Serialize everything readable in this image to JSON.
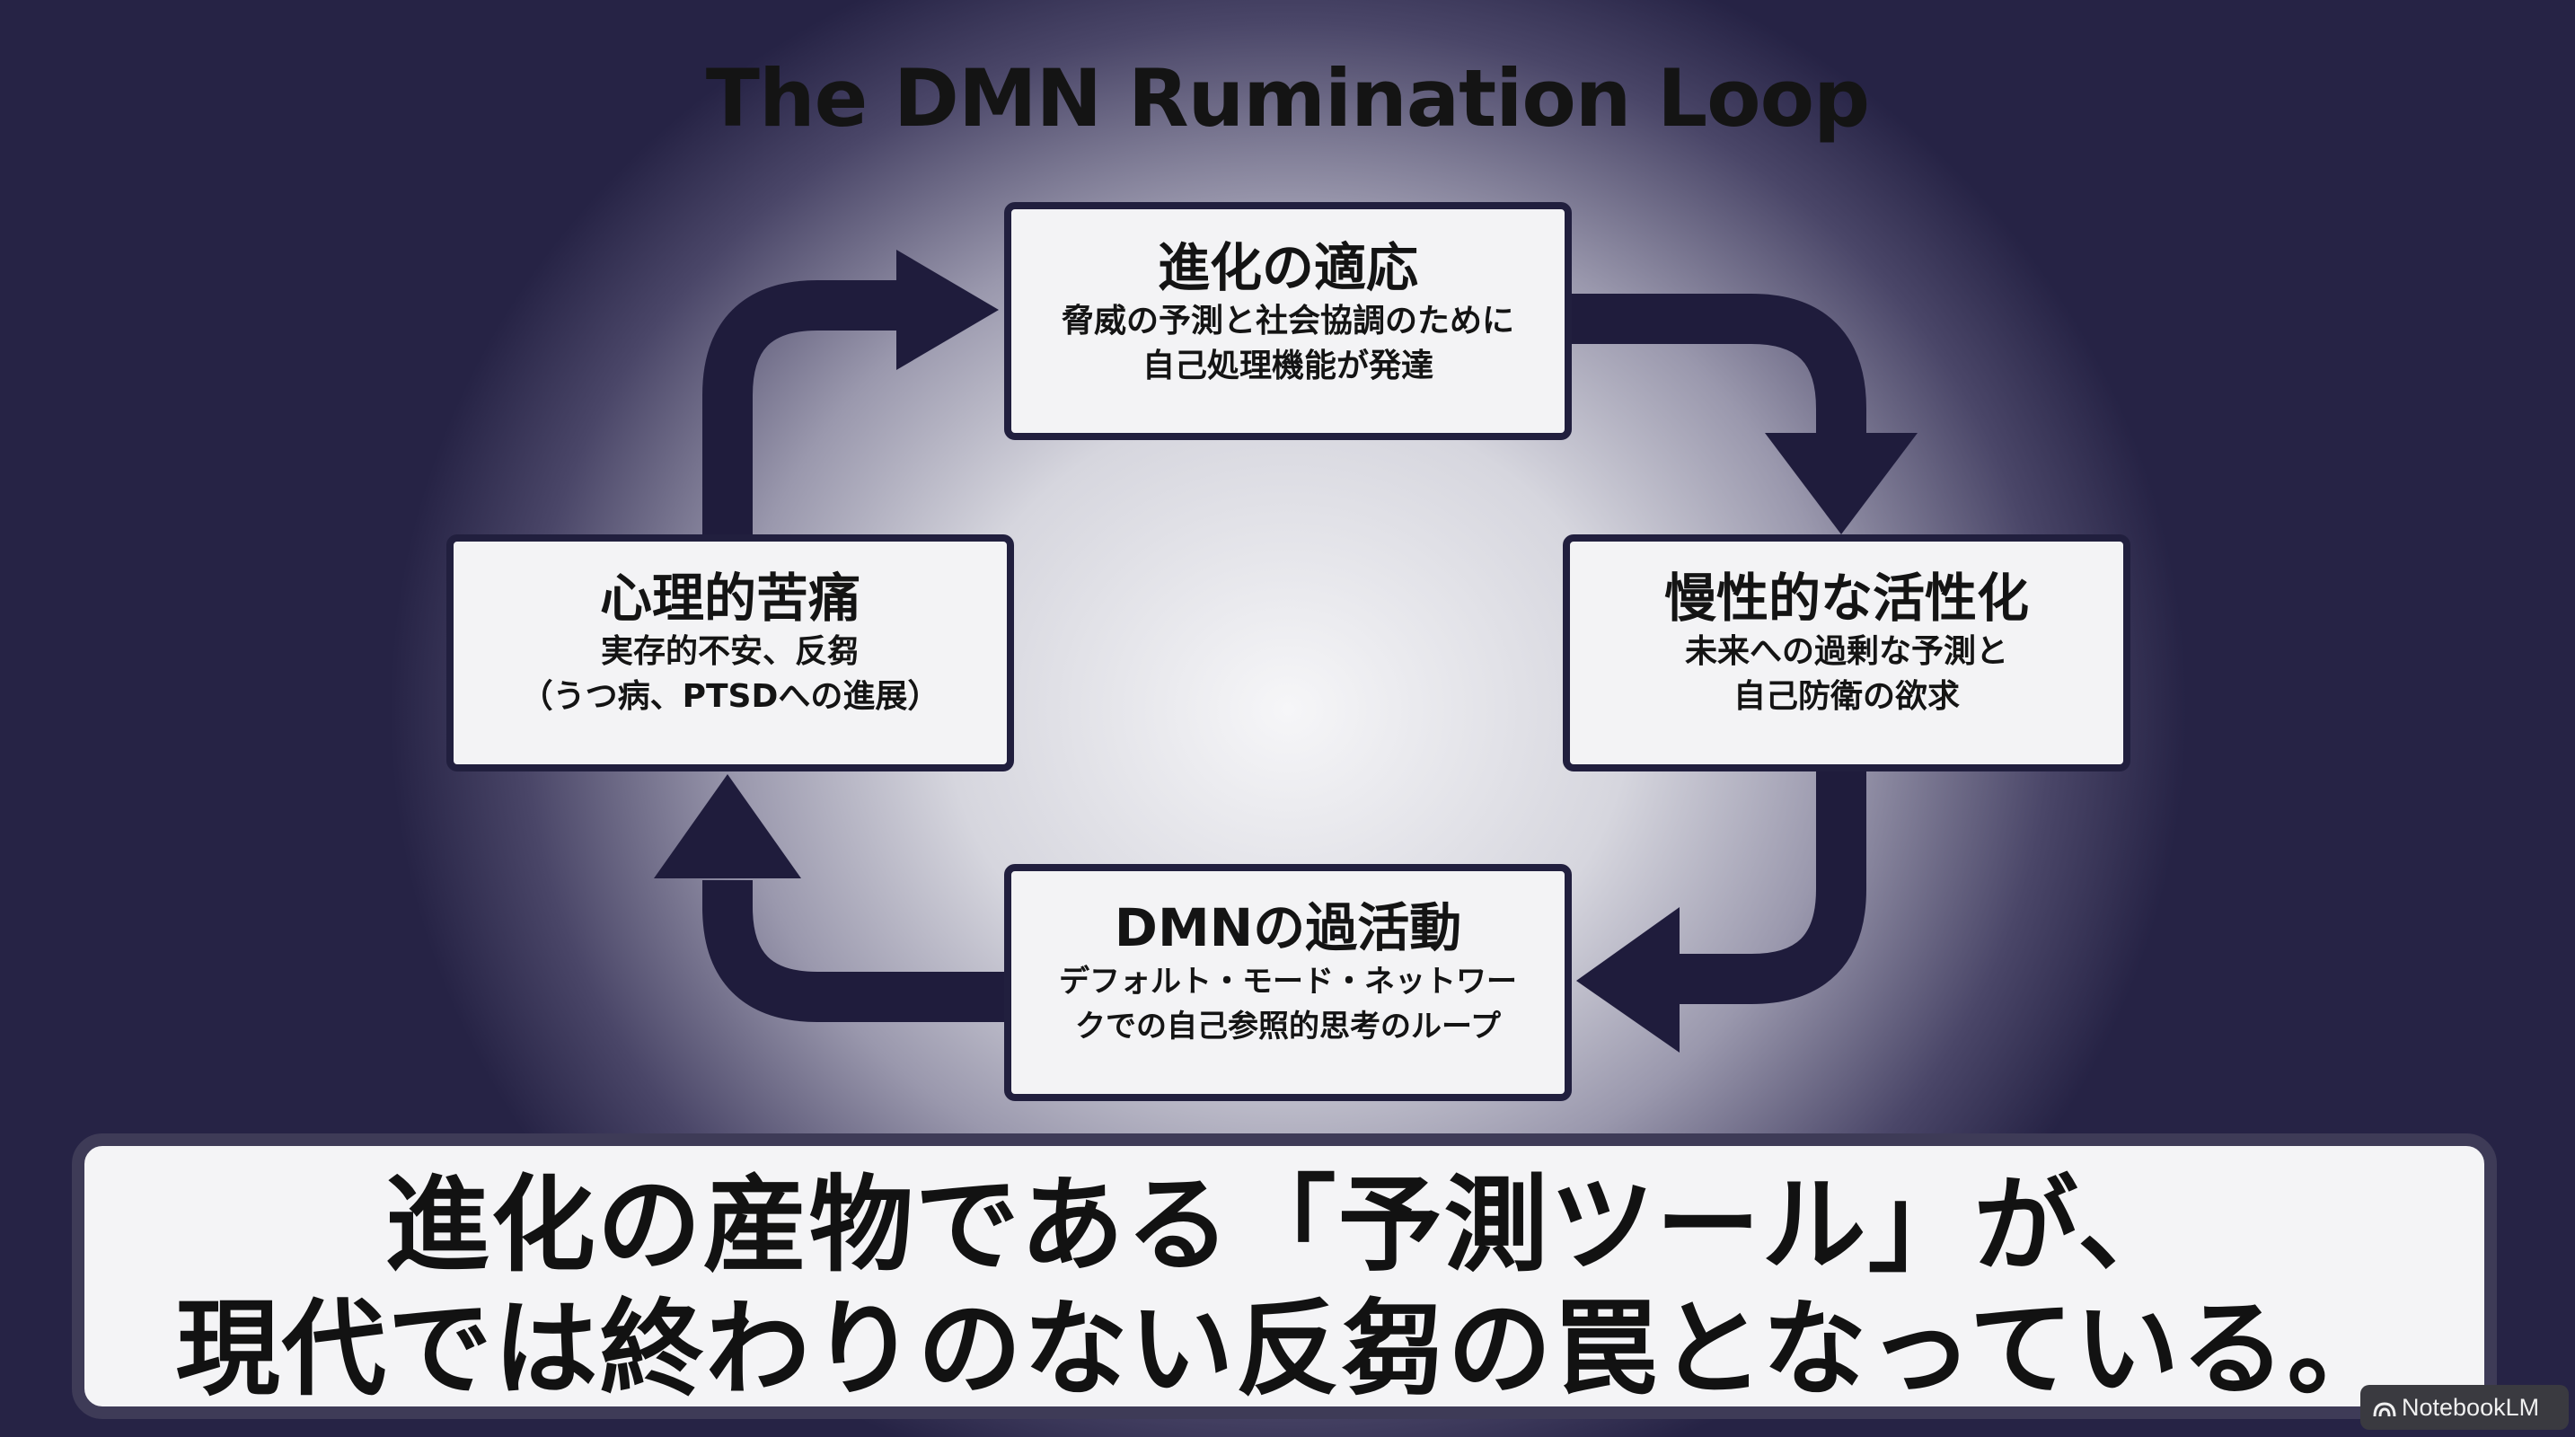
{
  "title": "The DMN Rumination Loop",
  "nodes": {
    "top": {
      "heading": "進化の適応",
      "description": "脅威の予測と社会協調のために\n自己処理機能が発達"
    },
    "right": {
      "heading": "慢性的な活性化",
      "description": "未来への過剰な予測と\n自己防衛の欲求"
    },
    "bottom": {
      "heading": "DMNの過活動",
      "description": "デフォルト・モード・ネットワー\nクでの自己参照的思考のループ"
    },
    "left": {
      "heading": "心理的苦痛",
      "description": "実存的不安、反芻\n（うつ病、PTSDへの進展）"
    }
  },
  "caption": {
    "line1": "進化の産物である「予測ツール」が、",
    "line2": "現代では終わりのない反芻の罠となっている。"
  },
  "watermark": {
    "label": "NotebookLM",
    "icon": "notebooklm-logo-icon"
  },
  "colors": {
    "arrow": "#1f1c3c",
    "box_border": "#211f3e",
    "box_fill": "#f3f3f5"
  }
}
